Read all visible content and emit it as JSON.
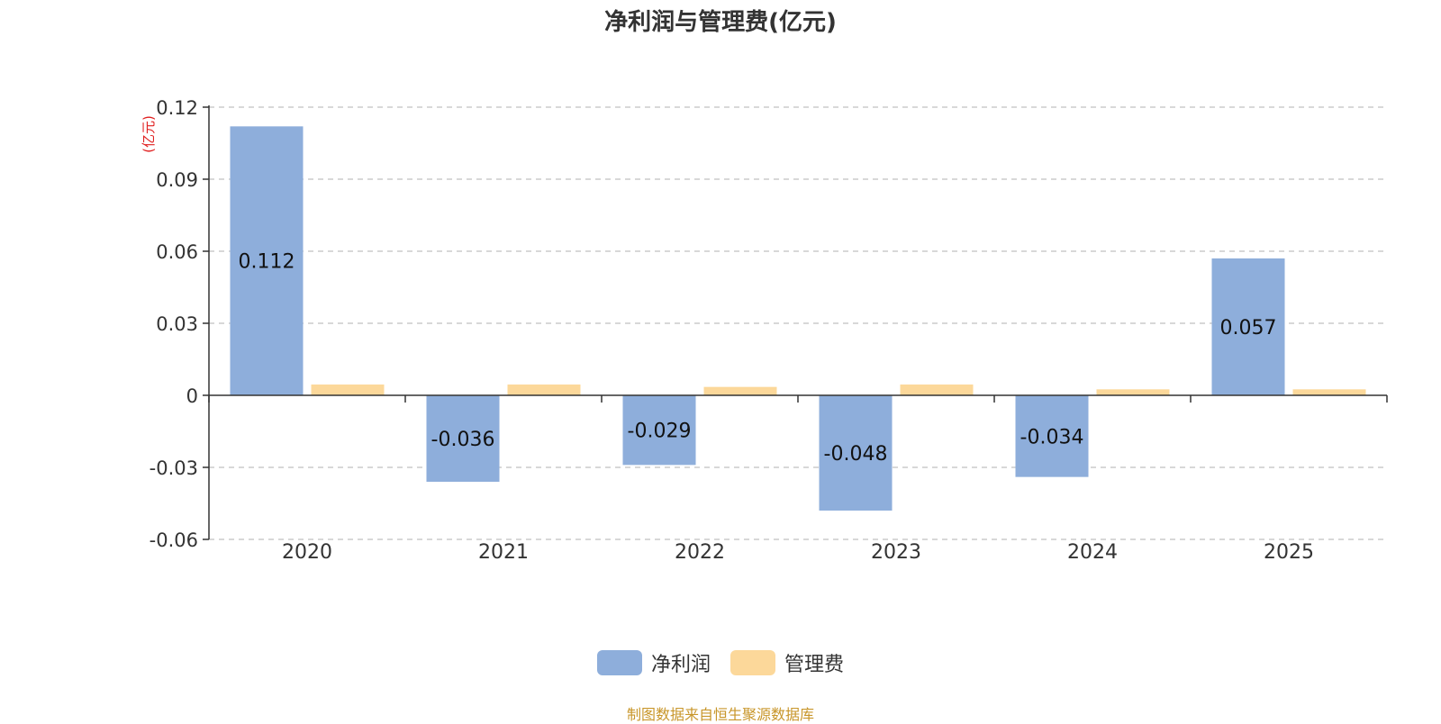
{
  "chart_data": {
    "type": "bar",
    "title": "净利润与管理费(亿元)",
    "ylabel": "(亿元)",
    "categories": [
      "2020",
      "2021",
      "2022",
      "2023",
      "2024",
      "2025"
    ],
    "series": [
      {
        "name": "净利润",
        "color": "#8eaedb",
        "values": [
          0.112,
          -0.036,
          -0.029,
          -0.048,
          -0.034,
          0.057
        ],
        "labels": [
          "0.112",
          "-0.036",
          "-0.029",
          "-0.048",
          "-0.034",
          "0.057"
        ]
      },
      {
        "name": "管理费",
        "color": "#fcd89a",
        "values": [
          0.0045,
          0.0045,
          0.0035,
          0.0045,
          0.0025,
          0.0025
        ]
      }
    ],
    "ylim": [
      -0.06,
      0.12
    ],
    "yticks": [
      "0.12",
      "0.09",
      "0.06",
      "0.03",
      "0",
      "-0.03",
      "-0.06"
    ],
    "grid": true,
    "legend_position": "bottom-center",
    "source": "制图数据来自恒生聚源数据库"
  }
}
